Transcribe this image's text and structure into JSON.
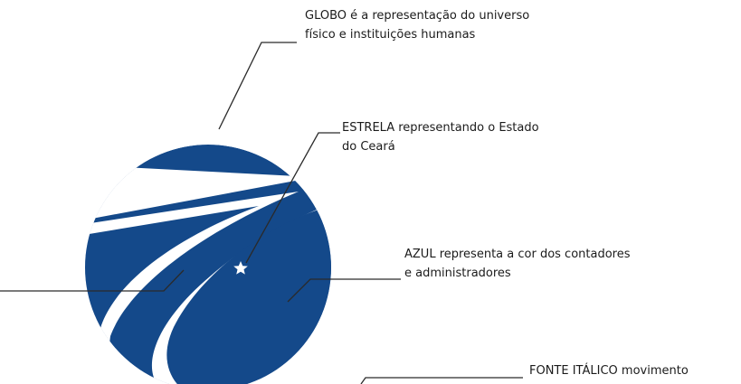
{
  "colors": {
    "globe_blue": "#14498a",
    "leader_line": "#2a2a2a",
    "background": "#ffffff"
  },
  "annotations": {
    "globo": {
      "line1": "GLOBO é a representação do universo",
      "line2": "físico e instituições humanas"
    },
    "estrela": {
      "line1": "ESTRELA representando o Estado",
      "line2": "do Ceará"
    },
    "azul": {
      "line1": "AZUL representa a cor dos contadores",
      "line2": "e administradores"
    },
    "fonte": {
      "line1": "FONTE ITÁLICO movimento"
    }
  },
  "icons": {
    "globe": "globe-icon",
    "star": "star-icon"
  }
}
